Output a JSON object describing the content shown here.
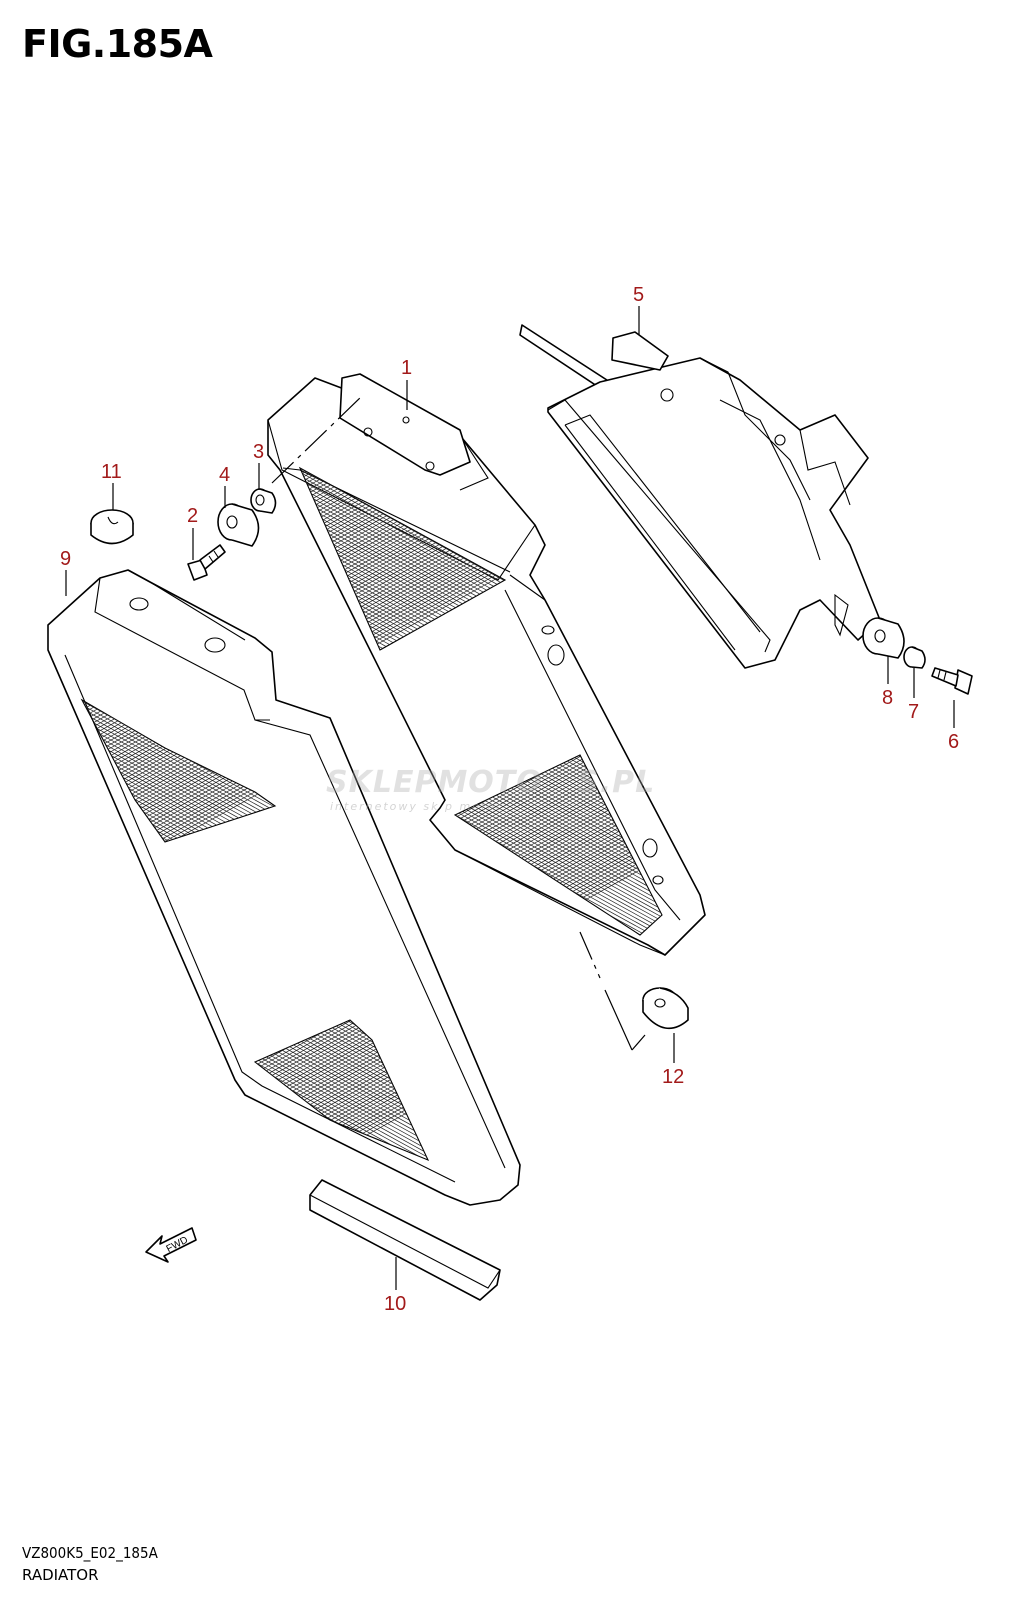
{
  "figure": {
    "title": "FIG.185A",
    "model_code": "VZ800K5_E02_185A",
    "section_name": "RADIATOR"
  },
  "watermark": {
    "text": "SKLEPMOTO   S.PL",
    "subtext": "internetowy sk  p motoc"
  },
  "diagram": {
    "fwd_arrow_label": "FWD",
    "callouts": [
      "1",
      "2",
      "3",
      "4",
      "5",
      "6",
      "7",
      "8",
      "9",
      "10",
      "11",
      "12"
    ]
  },
  "colors": {
    "callout": "#a21a1a",
    "line": "#000000"
  }
}
